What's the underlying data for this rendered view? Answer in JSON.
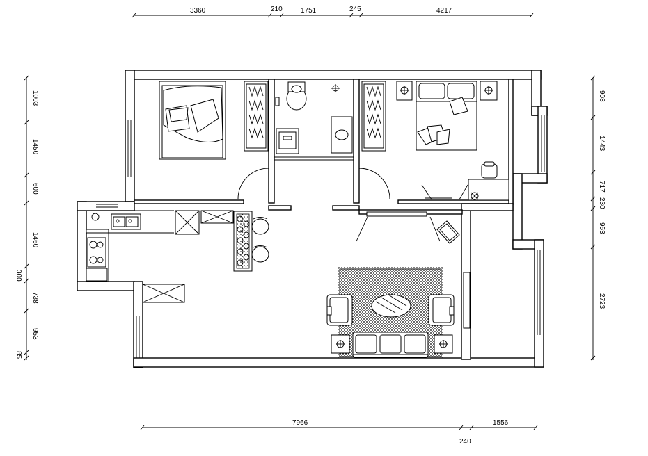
{
  "dimensions": {
    "top": [
      "3360",
      "210",
      "1751",
      "245",
      "4217"
    ],
    "bottom": [
      "7966",
      "1556",
      "240"
    ],
    "left": [
      "1003",
      "1450",
      "600",
      "1460",
      "300",
      "738",
      "953",
      "85"
    ],
    "right": [
      "908",
      "1443",
      "717",
      "230",
      "953",
      "2723"
    ]
  },
  "colors": {
    "line": "#000000",
    "background": "#ffffff"
  }
}
